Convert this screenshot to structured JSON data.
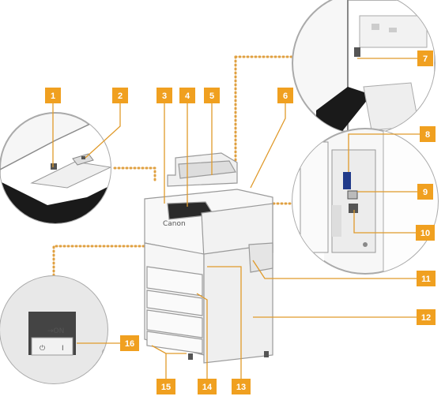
{
  "callouts": [
    "1",
    "2",
    "3",
    "4",
    "5",
    "6",
    "7",
    "8",
    "9",
    "10",
    "11",
    "12",
    "13",
    "14",
    "15",
    "16"
  ],
  "switch_label": "→ON",
  "switch_symbols": [
    "⏻",
    "I"
  ],
  "brand_label": "Canon",
  "colors": {
    "callout": "#f0a020",
    "leader": "#e09a2a",
    "dots": "#e0a040",
    "outline": "#9a9a9a",
    "body": "#f2f2f2"
  }
}
